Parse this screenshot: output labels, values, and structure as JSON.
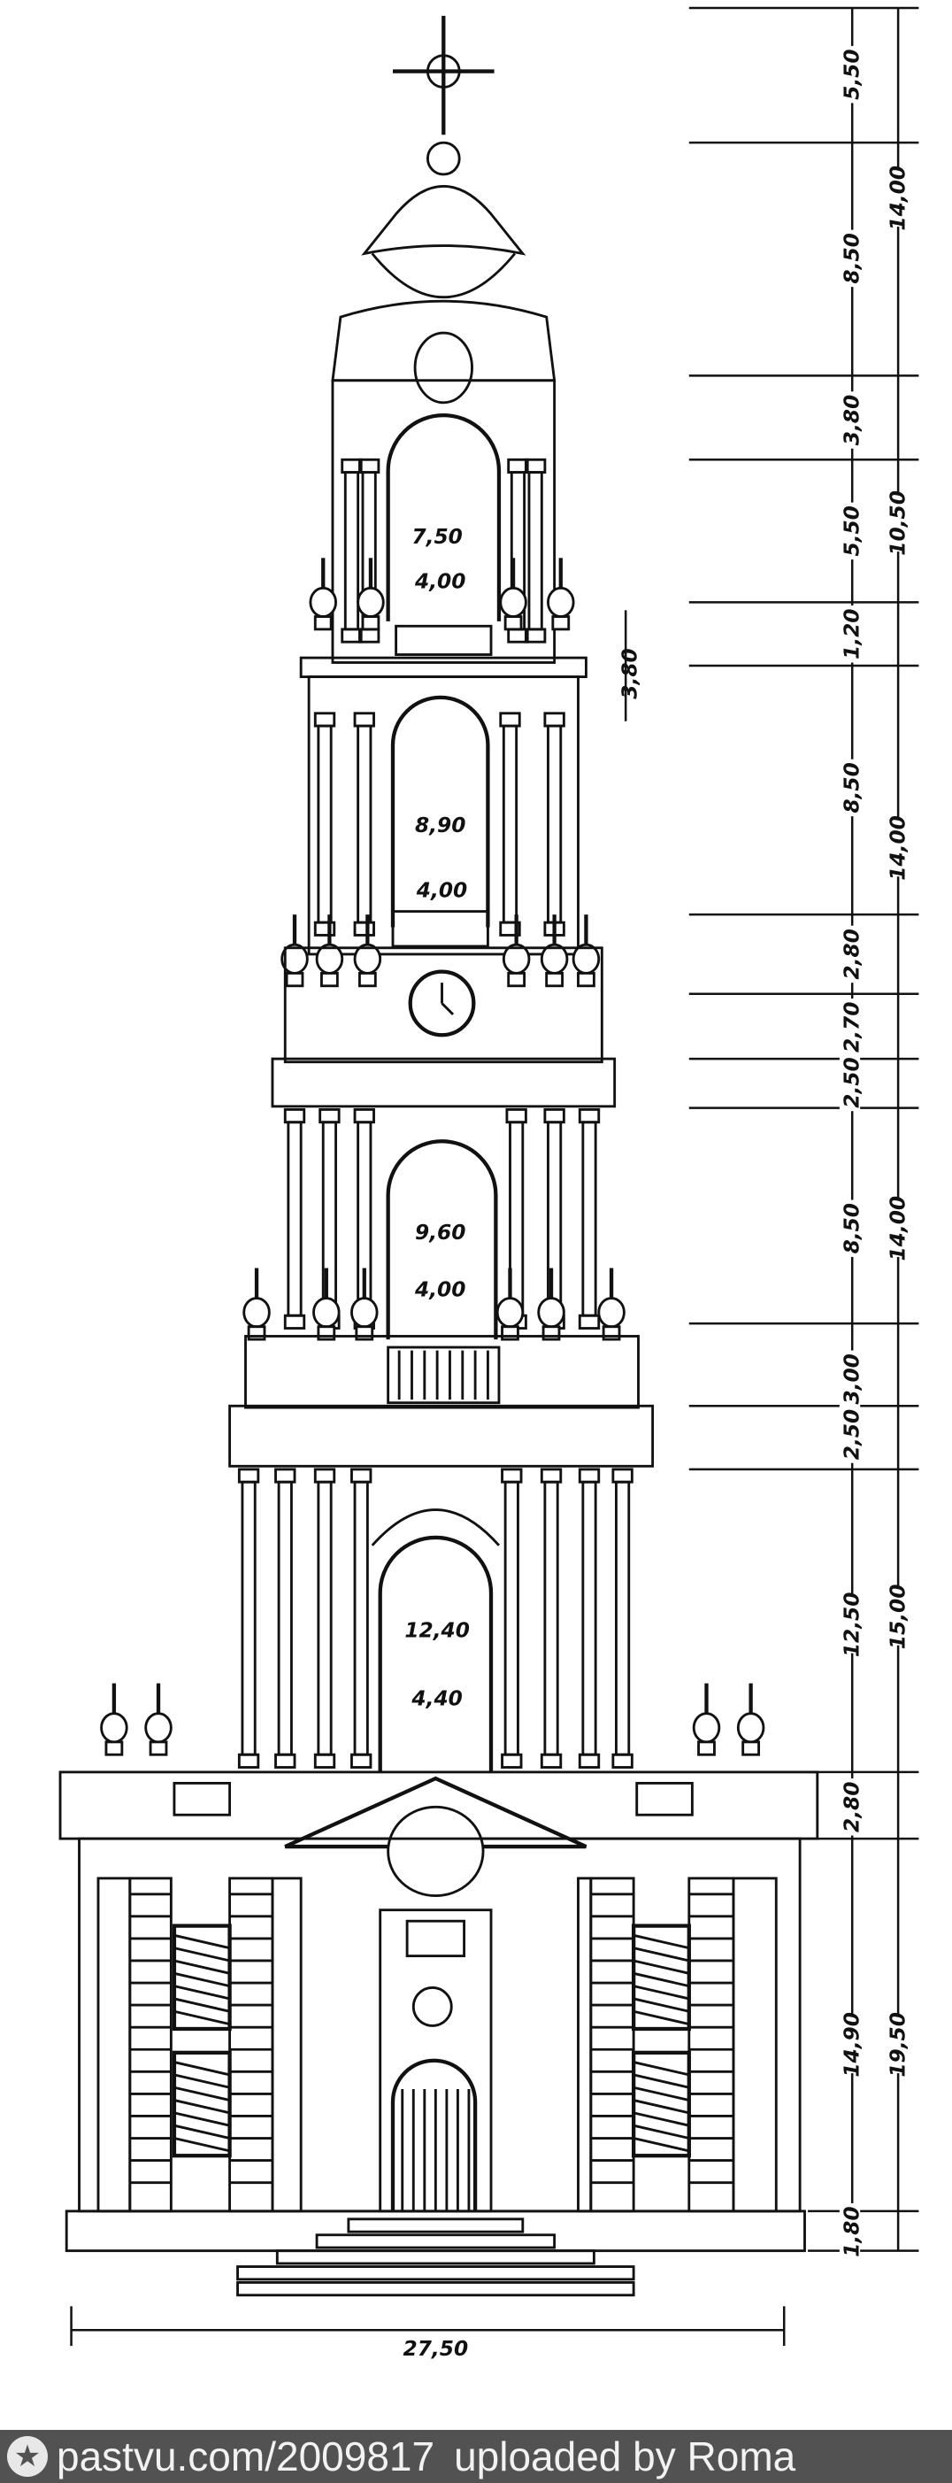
{
  "drawing": {
    "opening_labels": [
      {
        "height": "7,50",
        "width": "4,00"
      },
      {
        "height": "8,90",
        "width": "4,00"
      },
      {
        "height": "9,60",
        "width": "4,00"
      },
      {
        "height": "12,40",
        "width": "4,40"
      }
    ],
    "side_label": "3,80",
    "base_width": "27,50",
    "right_dims_inner": [
      "5,50",
      "8,50",
      "3,80",
      "5,50",
      "1,20",
      "8,50",
      "2,80",
      "2,70",
      "2,50",
      "8,50",
      "3,00",
      "2,50",
      "12,50",
      "2,80",
      "14,90",
      "1,80"
    ],
    "right_dims_outer": [
      "14,00",
      "10,50",
      "14,00",
      "14,00",
      "15,00",
      "19,50"
    ]
  },
  "banner": {
    "url": "pastvu.com/2009817",
    "uploader": "uploaded by Roma"
  }
}
